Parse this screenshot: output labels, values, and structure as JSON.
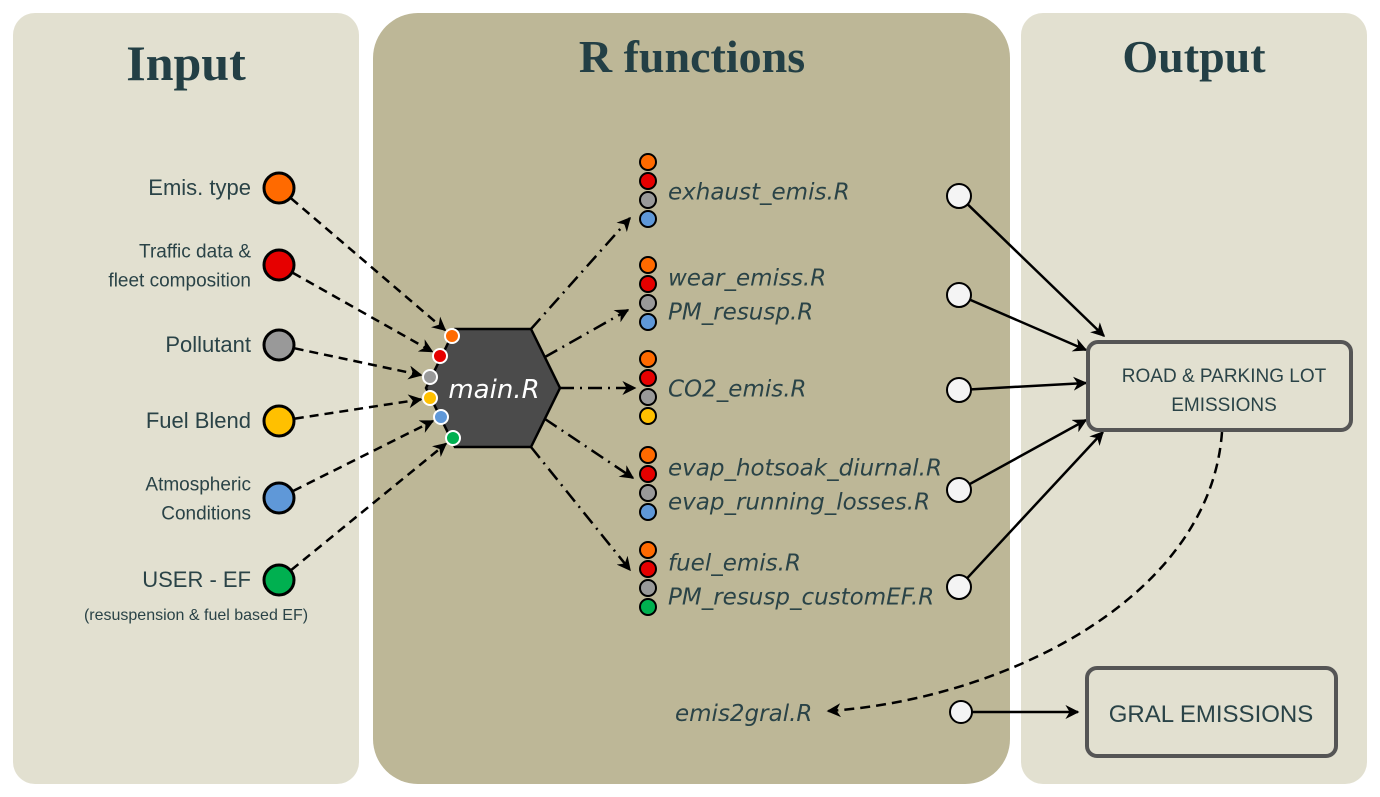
{
  "colors": {
    "panel_light": "#e2e0d0",
    "panel_mid": "#bdb797",
    "hexagon": "#4b4b4b",
    "title_text": "#233f45",
    "body_text": "#2a4347",
    "orange": "#ff6a00",
    "red": "#e60000",
    "gray": "#999999",
    "yellow": "#ffc000",
    "blue": "#5f98d8",
    "green": "#00b050",
    "white_node": "#f4f4f4"
  },
  "panels": {
    "input": {
      "title": "Input"
    },
    "functions": {
      "title": "R functions"
    },
    "output": {
      "title": "Output"
    }
  },
  "inputs": [
    {
      "id": "emis-type",
      "lines": [
        "Emis. type"
      ],
      "color": "orange"
    },
    {
      "id": "traffic-data",
      "lines": [
        "Traffic data &",
        "fleet composition"
      ],
      "color": "red"
    },
    {
      "id": "pollutant",
      "lines": [
        "Pollutant"
      ],
      "color": "gray"
    },
    {
      "id": "fuel-blend",
      "lines": [
        "Fuel Blend"
      ],
      "color": "yellow"
    },
    {
      "id": "atmospheric-conditions",
      "lines": [
        "Atmospheric",
        "Conditions"
      ],
      "color": "blue"
    },
    {
      "id": "user-ef",
      "lines": [
        "USER - EF"
      ],
      "sublabel": "(resuspension & fuel based EF)",
      "color": "green"
    }
  ],
  "main": {
    "label": "main.R"
  },
  "function_groups": [
    {
      "functions": [
        "exhaust_emis.R"
      ],
      "dots": [
        "orange",
        "red",
        "gray",
        "blue"
      ]
    },
    {
      "functions": [
        "wear_emiss.R",
        "PM_resusp.R"
      ],
      "dots": [
        "orange",
        "red",
        "gray",
        "blue"
      ]
    },
    {
      "functions": [
        "CO2_emis.R"
      ],
      "dots": [
        "orange",
        "red",
        "gray",
        "yellow"
      ]
    },
    {
      "functions": [
        "evap_hotsoak_diurnal.R",
        "evap_running_losses.R"
      ],
      "dots": [
        "orange",
        "red",
        "gray",
        "blue"
      ]
    },
    {
      "functions": [
        "fuel_emis.R",
        "PM_resusp_customEF.R"
      ],
      "dots": [
        "orange",
        "red",
        "gray",
        "green"
      ]
    }
  ],
  "emis2gral": {
    "label": "emis2gral.R"
  },
  "outputs": {
    "road_parking": {
      "lines": [
        "ROAD  & PARKING LOT",
        "EMISSIONS"
      ]
    },
    "gral": {
      "label": "GRAL EMISSIONS"
    }
  }
}
